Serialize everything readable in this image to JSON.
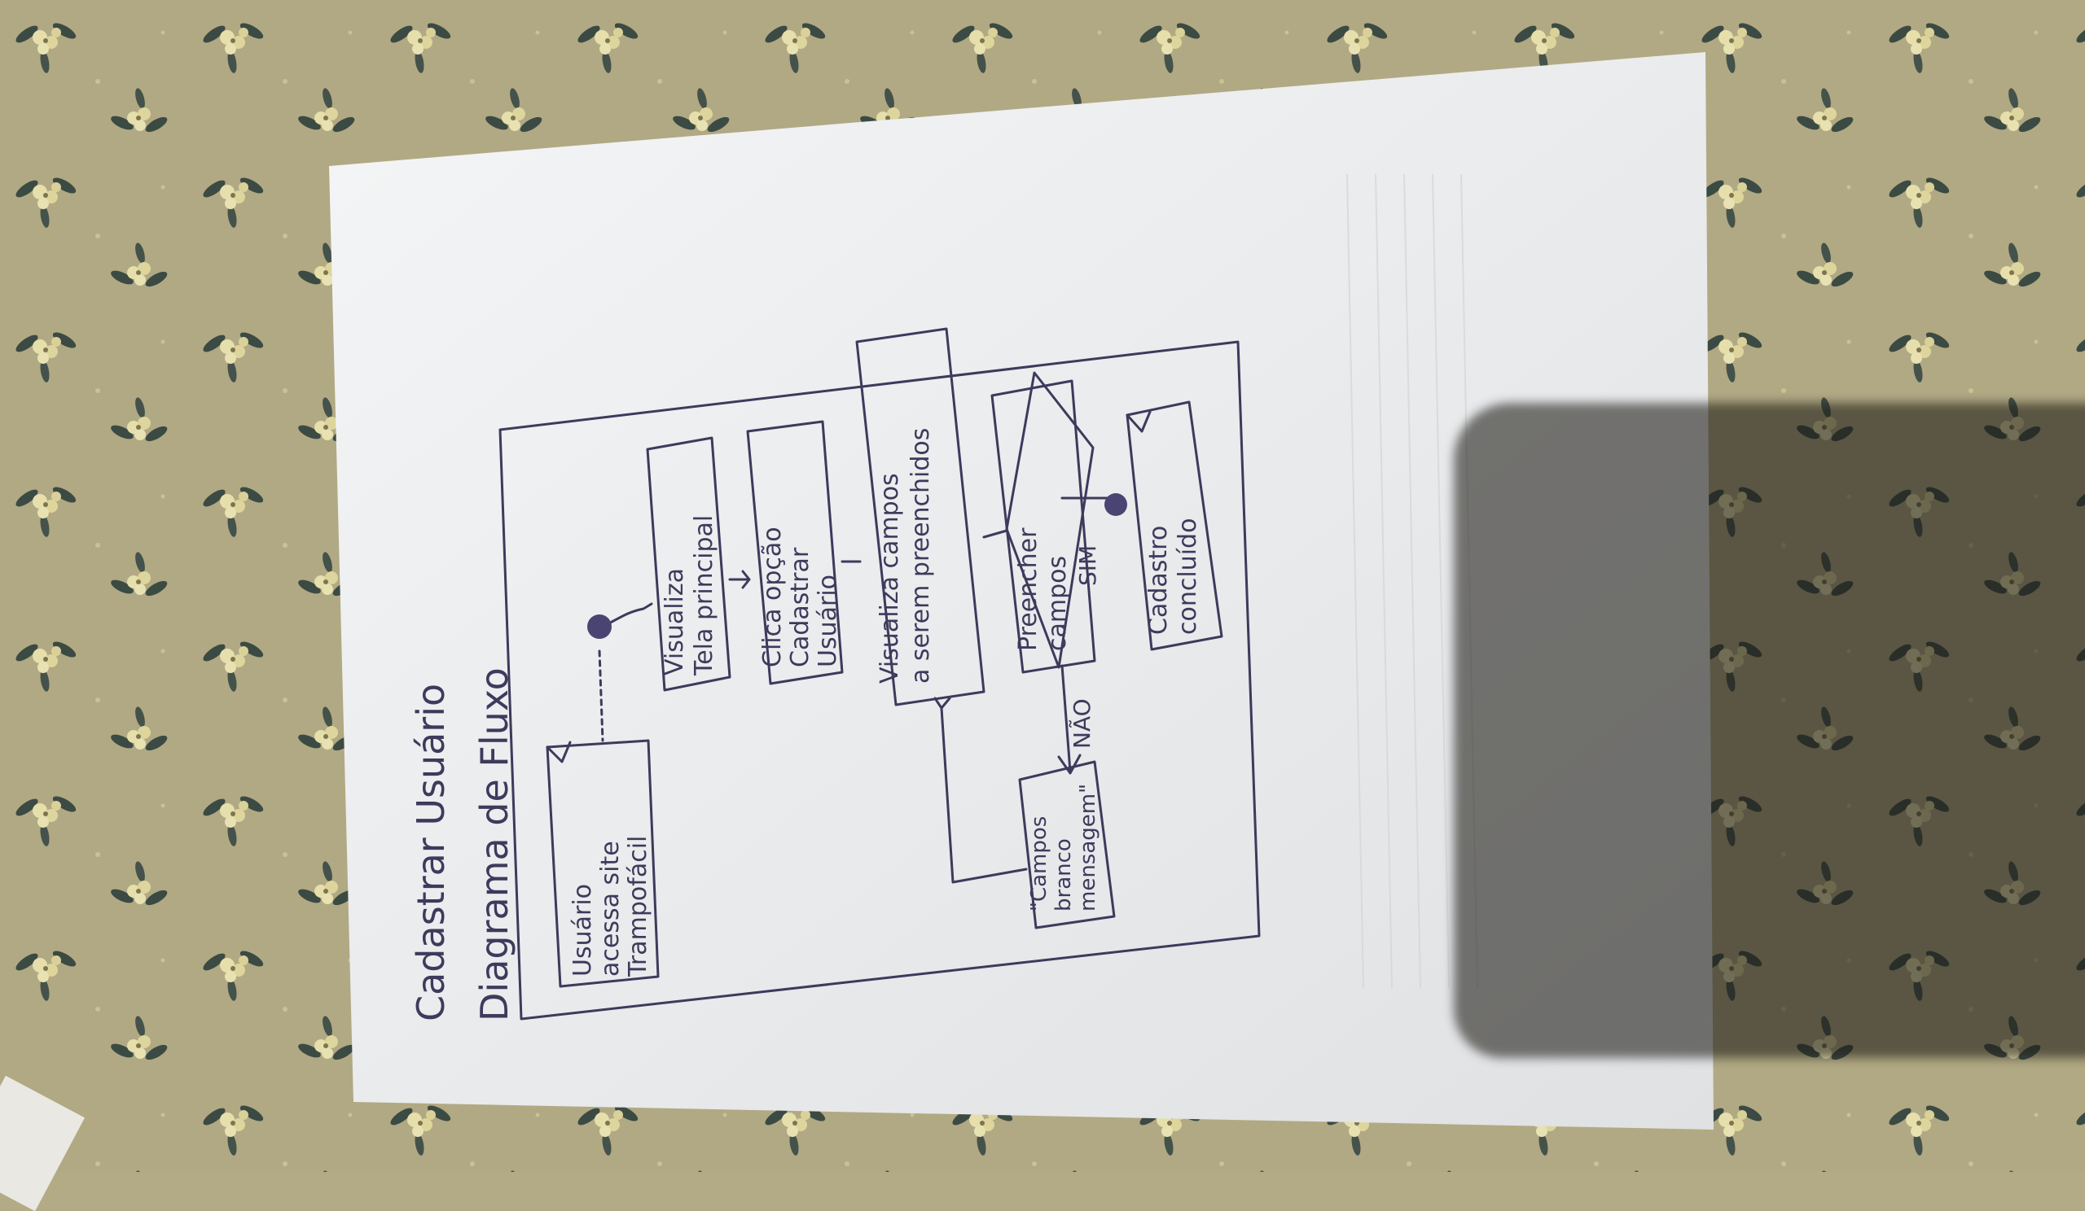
{
  "photo": {
    "subject": "handwritten flowchart sketch on paper",
    "background": "floral tablecloth"
  },
  "sketch": {
    "title_line1": "Cadastrar Usuário",
    "title_line2": "Diagrama de Fluxo",
    "note_start": [
      "Usuário",
      "acessa site",
      "Trampofácil"
    ],
    "step_view_main": [
      "Visualiza",
      "Tela principal"
    ],
    "step_click_register": [
      "Clica opção",
      "Cadastrar",
      "Usuário"
    ],
    "step_view_form": [
      "Visualiza campos",
      "a serem preenchidos"
    ],
    "step_fill_fields": [
      "Preencher",
      "campos"
    ],
    "decision_yes": "SIM",
    "decision_no": "NÃO",
    "note_error": [
      "\"Campos",
      "branco",
      "mensagem\""
    ],
    "note_done": [
      "Cadastro",
      "concluído"
    ]
  },
  "colors": {
    "ink": "#3d3a5c",
    "paper": "#eceef0",
    "tablecloth": "#b3ab86",
    "flowers": "#e6dfab",
    "leaves": "#3c4a44"
  }
}
